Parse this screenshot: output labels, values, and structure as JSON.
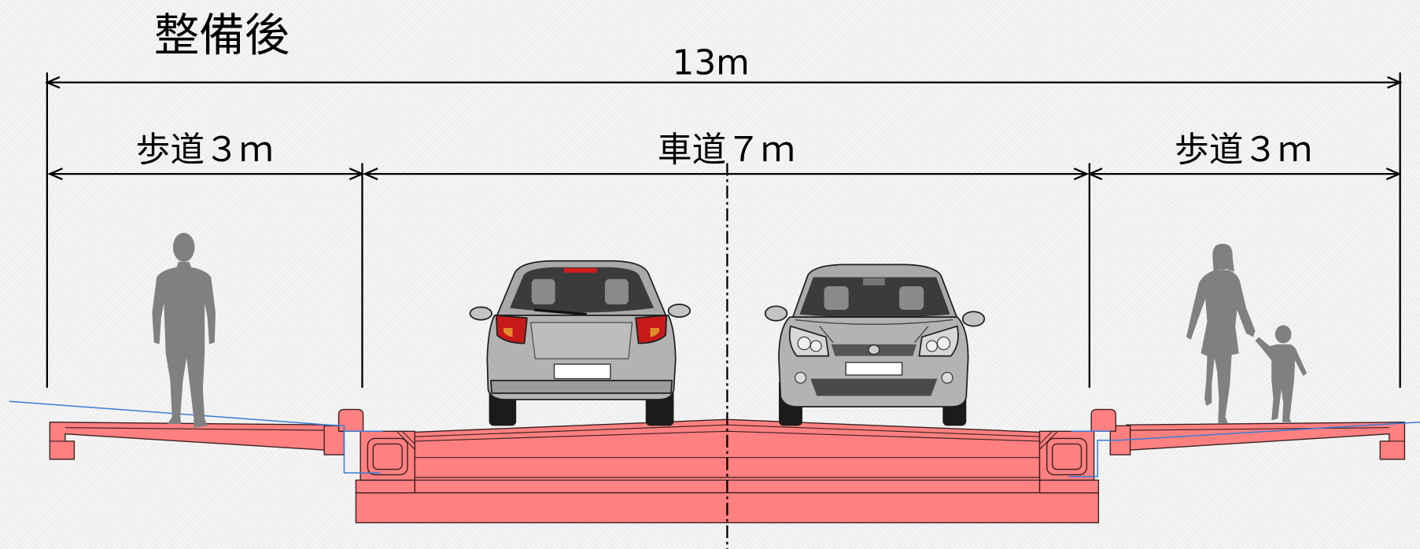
{
  "title": "整備後",
  "total_width": {
    "label": "13m"
  },
  "segments": [
    {
      "label": "歩道３ｍ"
    },
    {
      "label": "車道７ｍ"
    },
    {
      "label": "歩道３ｍ"
    }
  ],
  "colors": {
    "road": "#ff8080",
    "dimension_lines": "#000000",
    "silhouette": "#808080",
    "existing_outline": "#3a7bd5"
  }
}
